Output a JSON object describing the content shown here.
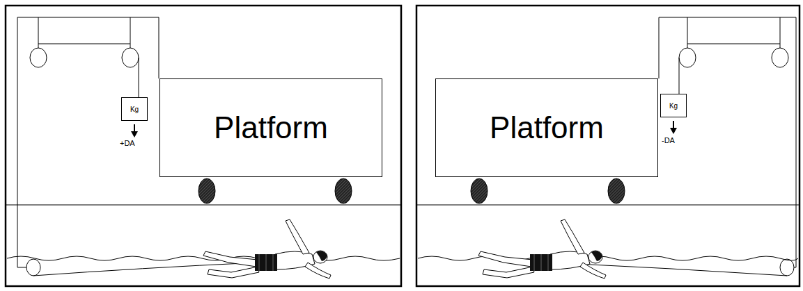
{
  "diagram": {
    "nodes": [
      {
        "text": [
          "Platform"
        ]
      },
      {
        "text": [
          "Kg"
        ]
      },
      {
        "text": [
          "Platform"
        ]
      },
      {
        "text": [
          "Kg"
        ]
      }
    ],
    "labels": [
      "+DA",
      "-DA"
    ]
  }
}
